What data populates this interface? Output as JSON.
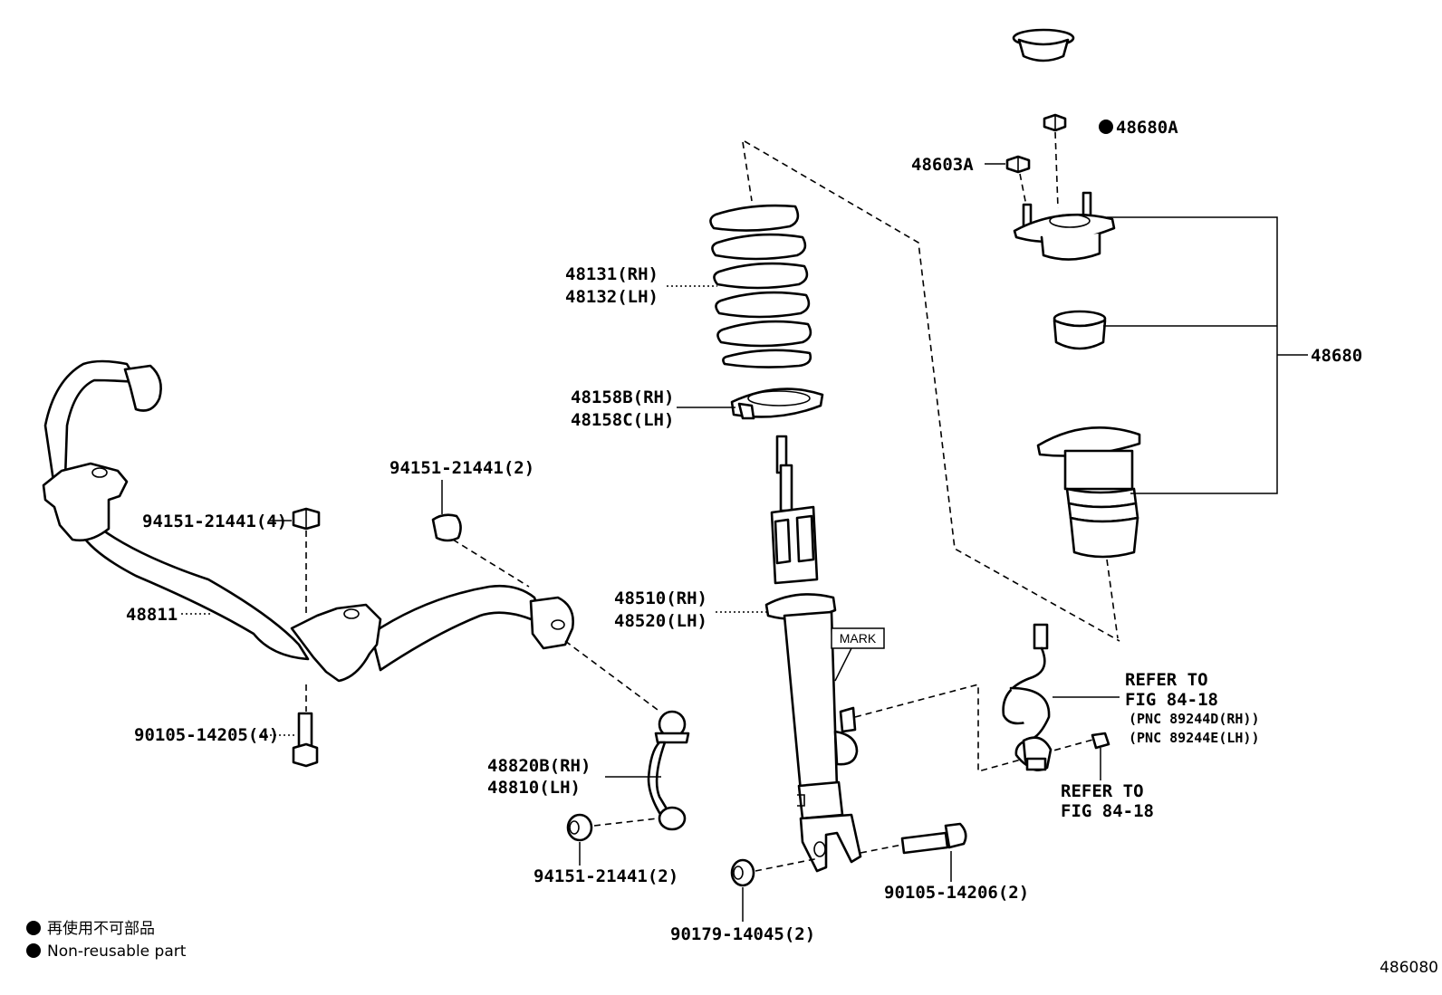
{
  "parts": {
    "cap_top": "48680A",
    "nut_48603": "48603A",
    "spring_rh": "48131(RH)",
    "spring_lh": "48132(LH)",
    "seat_rh": "48158B(RH)",
    "seat_lh": "48158C(LH)",
    "shock_rh": "48510(RH)",
    "shock_lh": "48520(LH)",
    "mark": "MARK",
    "support_assy": "48680",
    "stabilizer": "48811",
    "bushing_4": "94151-21441(4)",
    "bushing_2_top": "94151-21441(2)",
    "bolt_4": "90105-14205(4)",
    "link_rh": "48820B(RH)",
    "link_lh": "48810(LH)",
    "nut_link_bottom": "94151-21441(2)",
    "bolt_2": "90105-14206(2)",
    "nut_bottom": "90179-14045(2)",
    "refer_1_a": "REFER TO",
    "refer_1_b": "FIG 84-18",
    "pnc_rh": "(PNC 89244D(RH))",
    "pnc_lh": "(PNC 89244E(LH))",
    "refer_2_a": "REFER TO",
    "refer_2_b": "FIG 84-18"
  },
  "legend": {
    "jp": "再使用不可部品",
    "en": "Non-reusable part"
  },
  "figure_id": "486080"
}
